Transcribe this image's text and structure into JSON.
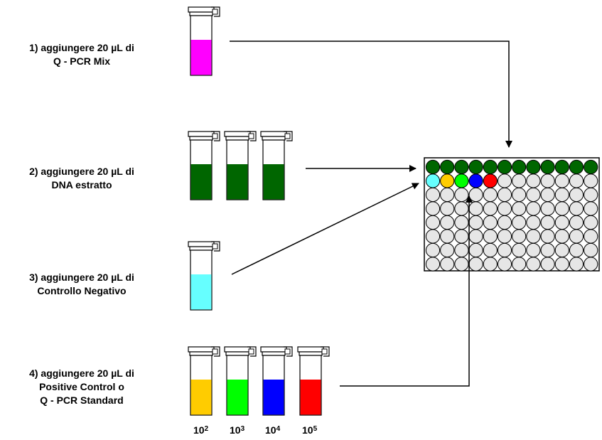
{
  "steps": [
    {
      "line1": "1) aggiungere 20 µL di",
      "line2": "Q - PCR Mix"
    },
    {
      "line1": "2) aggiungere 20 µL di",
      "line2": "DNA estratto"
    },
    {
      "line1": "3) aggiungere 20 µL di",
      "line2": "Controllo Negativo"
    },
    {
      "line1": "4) aggiungere 20 µL di",
      "line2": "Positive Control o",
      "line3": "Q - PCR Standard"
    }
  ],
  "dilutions": [
    {
      "base": "10",
      "exp": "2"
    },
    {
      "base": "10",
      "exp": "3"
    },
    {
      "base": "10",
      "exp": "4"
    },
    {
      "base": "10",
      "exp": "5"
    }
  ],
  "colors": {
    "pcr_mix": "#ff00ff",
    "dna": "#006600",
    "negative": "#66ffff",
    "std_1e2": "#ffcc00",
    "std_1e3": "#00ff00",
    "std_1e4": "#0000ff",
    "std_1e5": "#ff0000",
    "empty_well": "#e6e6e6",
    "plate": "#ffffff",
    "stroke": "#000000"
  },
  "plate": {
    "rows": 8,
    "cols": 12,
    "row0_fill": "dna",
    "row1_fills": [
      "negative",
      "std_1e2",
      "std_1e3",
      "std_1e4",
      "std_1e5"
    ]
  }
}
